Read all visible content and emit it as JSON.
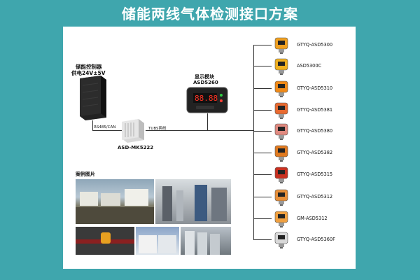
{
  "title": "储能两线气体检测接口方案",
  "controller": {
    "name": "储能控制器",
    "power": "供电24V±5V",
    "bus": "RS485/CAN"
  },
  "module": {
    "name": "ASD-MK5222",
    "bus": "TUBS两线"
  },
  "display": {
    "name": "显示模块",
    "model": "ASD5260"
  },
  "cases": {
    "title": "案例图片"
  },
  "detectors": [
    {
      "label": "GTYQ-ASD5300",
      "color": "#f0a020"
    },
    {
      "label": "ASD5300C",
      "color": "#f0b020"
    },
    {
      "label": "GTYQ-ASD5310",
      "color": "#f08a18"
    },
    {
      "label": "GTYQ-ASD5381",
      "color": "#e86a30"
    },
    {
      "label": "GTYQ-ASD5380",
      "color": "#e08a80"
    },
    {
      "label": "GTYQ-ASD5382",
      "color": "#e07a20"
    },
    {
      "label": "GTYQ-ASD5315",
      "color": "#c83020"
    },
    {
      "label": "GTYQ-ASD5312",
      "color": "#e8903a"
    },
    {
      "label": "GM-ASD5312",
      "color": "#f0a040"
    },
    {
      "label": "GTYQ-ASD5360F",
      "color": "#d8d8d8"
    }
  ]
}
